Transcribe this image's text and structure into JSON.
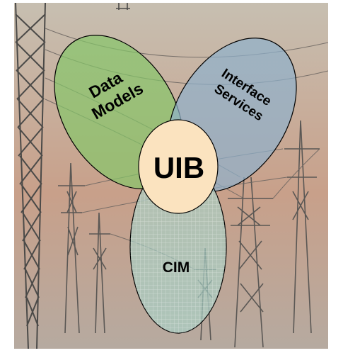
{
  "diagram": {
    "sets": [
      {
        "id": "data-models",
        "label_lines": [
          "Data",
          "Models"
        ],
        "color": "#86c66a"
      },
      {
        "id": "interface-services",
        "label_lines": [
          "Interface",
          "Services"
        ],
        "color": "#8fb0cc"
      },
      {
        "id": "cim",
        "label": "CIM",
        "color": "#a8d2c8"
      }
    ],
    "center": {
      "label": "UIB",
      "color": "#fbe3bf"
    },
    "background": {
      "sky_top": "#c7bfb1",
      "sky_mid": "#c8a08a",
      "ground": "#b6aaa0",
      "tower_color": "#4b4a48"
    }
  }
}
